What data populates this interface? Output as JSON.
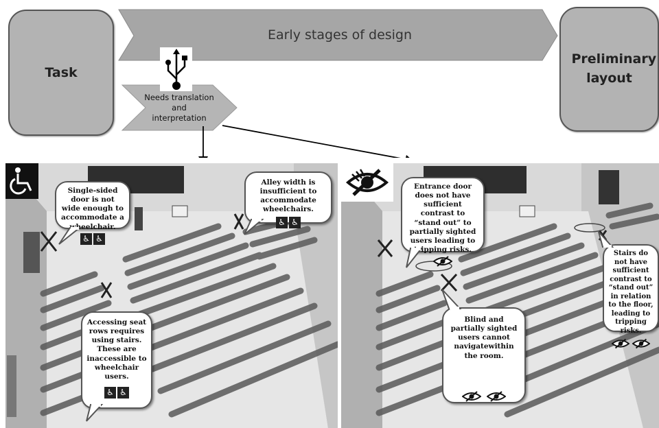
{
  "task_box": {
    "label": "Task"
  },
  "layout_box": {
    "label": "Preliminary layout"
  },
  "main_arrow": {
    "label": "Early stages of design"
  },
  "small_arrow": {
    "label": "Needs translation and interpretation"
  },
  "left_panel": {
    "icon": "wheelchair-icon",
    "callouts": [
      {
        "text": "Single-sided door is not wide enough to accommodate a wheelchair."
      },
      {
        "text": "Alley width is insufficient to accommodate wheelchairs."
      },
      {
        "text": "Accessing seat rows requires using stairs. These are inaccessible to wheelchair users."
      }
    ]
  },
  "right_panel": {
    "icon": "crossed-eye-icon",
    "callouts": [
      {
        "text": "Entrance door does not have sufficient contrast to “stand out” to partially sighted users leading to tripping risks."
      },
      {
        "text": "Stairs do not have sufficient contrast to “stand out” in relation to the floor, leading to tripping risks."
      },
      {
        "text": "Blind and partially sighted users cannot navigatewithin the room."
      }
    ]
  },
  "colors": {
    "box_fill": "#b3b3b3",
    "arrow_fill": "#a6a6a6",
    "scene_gray": "#8f8f8f"
  }
}
